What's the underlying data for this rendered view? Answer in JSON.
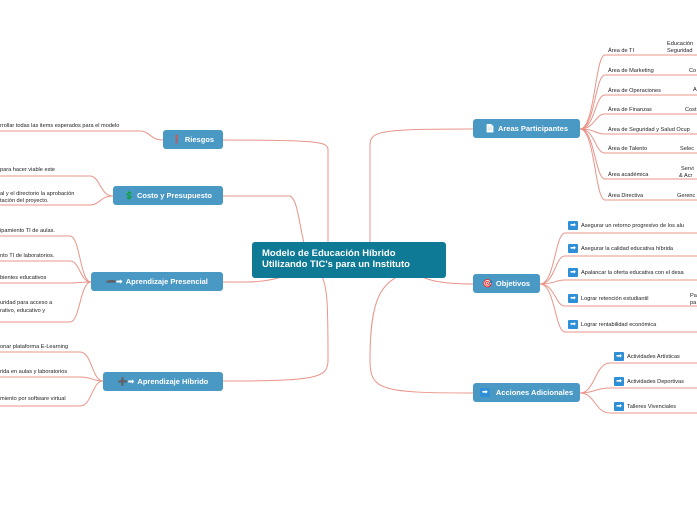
{
  "center": {
    "title_line1": "Modelo de Educación Híbrido",
    "title_line2": "Utilizando TIC's para un Instituto"
  },
  "branches": {
    "riesgos": {
      "label": "Riesgos",
      "icon": "❗",
      "icon_color": "#e53935"
    },
    "costo": {
      "label": "Costo y Presupuesto",
      "icon": "💲"
    },
    "presencial": {
      "label": "Aprendizaje Presencial",
      "icon": "➖➡"
    },
    "hibrido": {
      "label": "Aprendizaje Híbrido",
      "icon": "➕➡"
    },
    "areas": {
      "label": "Areas Participantes",
      "icon": "📄"
    },
    "objetivos": {
      "label": "Objetivos",
      "icon": "🎯"
    },
    "acciones": {
      "label": "Acciones Adicionales",
      "icon": "➡"
    }
  },
  "leaves_left": {
    "riesgos_0": "rrollar todas las items esperados para el modelo",
    "costo_0": "para hacer viable este",
    "costo_1a": "al y el directorio la aprobación",
    "costo_1b": "tación del proyecto.",
    "pres_0": "ipamiento TI de aulas.",
    "pres_1": "nto TI de laboratorios.",
    "pres_2": "bientes educativos",
    "pres_3a": "uridad para acceso a",
    "pres_3b": "rativo, educativo y",
    "hib_0": "onar plataforma E-Learning",
    "hib_1": "rida en aulas y laboratorios",
    "hib_2": "miento por software virtual"
  },
  "areas": {
    "items": [
      "Área de TI",
      "Área de Marketing",
      "Área de Operaciones",
      "Área de Finanzas",
      "Área de Seguridad y Salud Ocup",
      "Área de Talento",
      "Área académica",
      "Área Directiva"
    ],
    "sub": {
      "ti_a": "Educación",
      "ti_b": "Seguridad",
      "marketing": "Co",
      "operaciones": "A",
      "finanzas": "Cost",
      "talento": "Selec",
      "academica_a": "Servi",
      "academica_b": "& Acr",
      "directiva": "Gerenc"
    }
  },
  "objetivos": {
    "items": [
      "Asegurar un retorno progresivo de los alu",
      "Asegurar la calidad educativa híbrida",
      "Apalancar la oferta educativa con el desa",
      "Lograr retención estudiantil",
      "Lograr rentabilidad económica"
    ],
    "sub_a": "Pa",
    "sub_b": "pa"
  },
  "acciones": {
    "items": [
      "Actividades Artísticas",
      "Actividades Deportivas",
      "Talleres Vivenciales"
    ]
  },
  "colors": {
    "branch": "#4a98c4",
    "center": "#0f7a96",
    "link": "#e8958a",
    "arrow": "#2f8fd6"
  }
}
